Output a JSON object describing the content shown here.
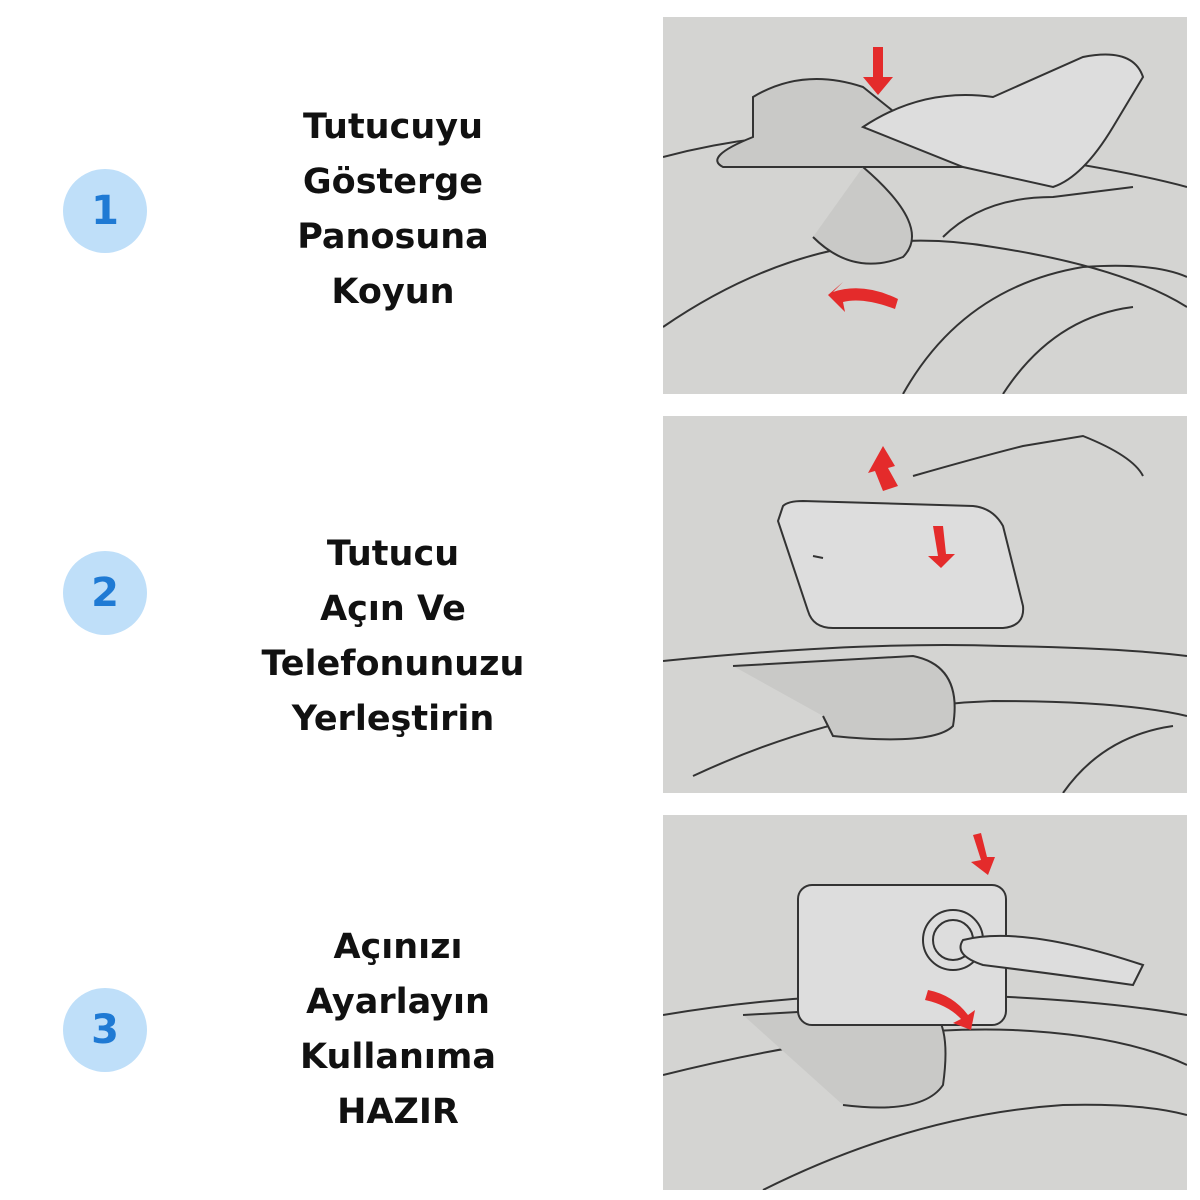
{
  "steps": [
    {
      "number": "1",
      "lines": [
        "Tutucuyu",
        "Gösterge",
        "Panosuna",
        "Koyun"
      ]
    },
    {
      "number": "2",
      "lines": [
        "Tutucu",
        "Açın Ve",
        "Telefonunuzu",
        "Yerleştirin"
      ]
    },
    {
      "number": "3",
      "lines": [
        "Açınızı",
        "Ayarlayın",
        "Kullanıma",
        "HAZIR"
      ]
    }
  ],
  "colors": {
    "badge_bg": "#bfdff9",
    "badge_text": "#1f7ad4",
    "panel_bg": "#d4d4d2",
    "arrow": "#e42b2b"
  }
}
